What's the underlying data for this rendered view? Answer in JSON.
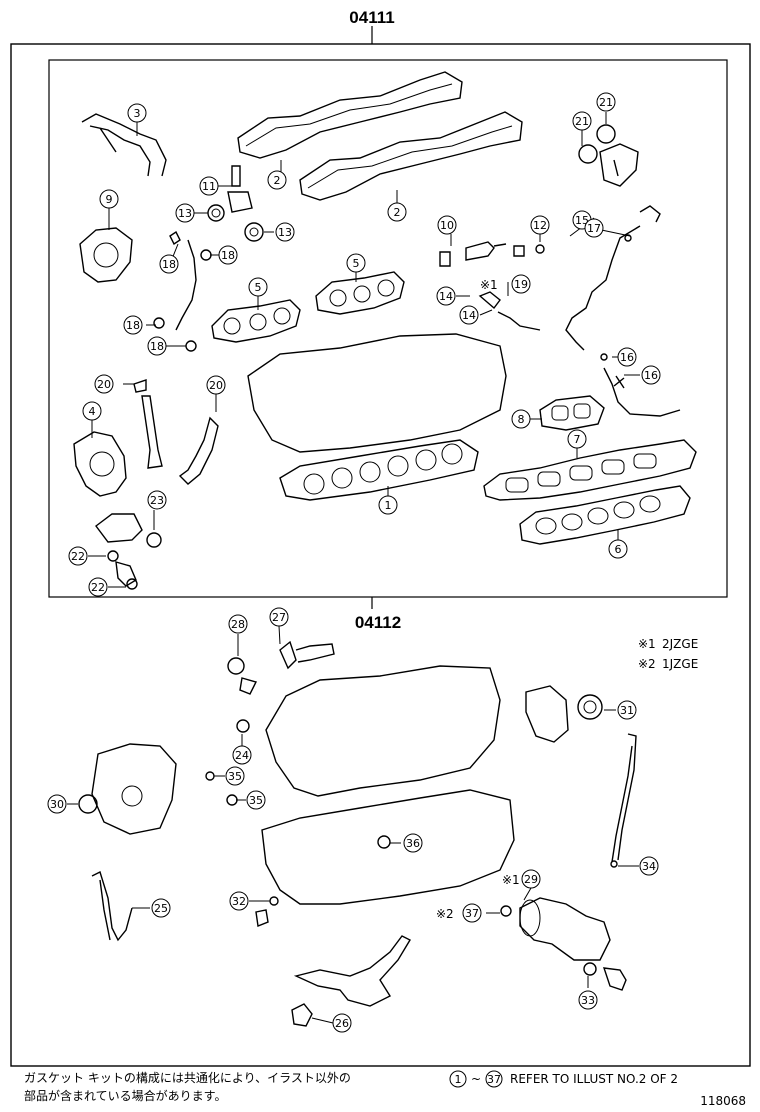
{
  "headings": {
    "kit_top": "04111",
    "kit_bottom": "04112"
  },
  "engine_notes": [
    {
      "mark": "※1",
      "engine": "2JZGE"
    },
    {
      "mark": "※2",
      "engine": "1JZGE"
    }
  ],
  "callouts": {
    "c1": "1",
    "c2a": "2",
    "c2b": "2",
    "c3": "3",
    "c4": "4",
    "c5a": "5",
    "c5b": "5",
    "c6": "6",
    "c7": "7",
    "c8": "8",
    "c9": "9",
    "c10": "10",
    "c11": "11",
    "c12": "12",
    "c13a": "13",
    "c13b": "13",
    "c14a": "14",
    "c14b": "14",
    "c15": "15",
    "c16a": "16",
    "c16b": "16",
    "c17": "17",
    "c18a": "18",
    "c18b": "18",
    "c18c": "18",
    "c18d": "18",
    "c19": "19",
    "c20a": "20",
    "c20b": "20",
    "c21a": "21",
    "c21b": "21",
    "c22a": "22",
    "c22b": "22",
    "c23": "23",
    "c24": "24",
    "c25": "25",
    "c26": "26",
    "c27": "27",
    "c28": "28",
    "c29": "29",
    "c30": "30",
    "c31": "31",
    "c32": "32",
    "c33": "33",
    "c34": "34",
    "c35a": "35",
    "c35b": "35",
    "c36": "36",
    "c37": "37"
  },
  "marks": {
    "m19": "※1",
    "m29": "※1",
    "m37": "※2"
  },
  "footer": {
    "jp_line1": "ガスケット キットの構成には共通化により、イラスト以外の",
    "jp_line2": "部品が含まれている場合があります。",
    "ref_from": "1",
    "ref_to": "37",
    "ref_text": "REFER TO ILLUST NO.2 OF 2",
    "illust_no": "118068"
  }
}
